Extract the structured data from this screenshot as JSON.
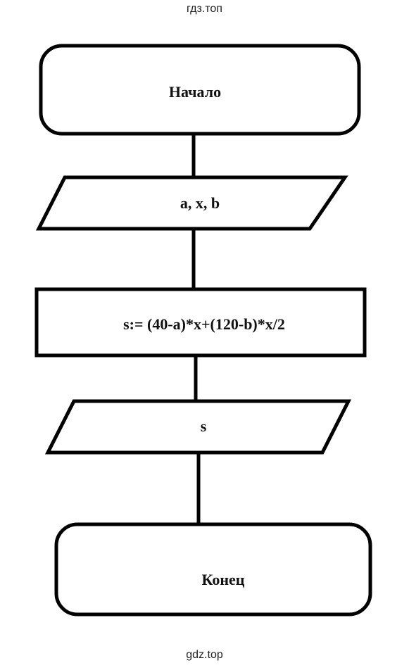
{
  "watermark": {
    "top": "гдз.топ",
    "bottom": "gdz.top"
  },
  "flowchart": {
    "start": "Начало",
    "input": "a, x, b",
    "process": "s:= (40-a)*x+(120-b)*x/2",
    "output": "s",
    "end": "Конец"
  }
}
